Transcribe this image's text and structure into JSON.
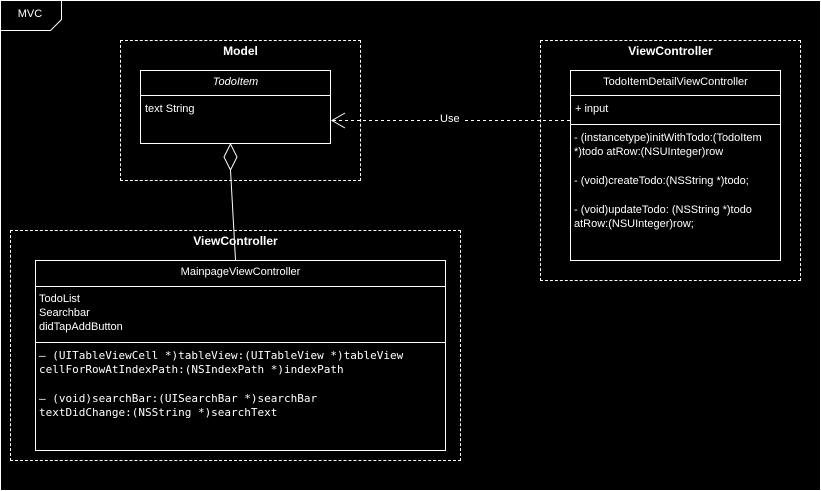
{
  "frame": {
    "label": "MVC"
  },
  "colors": {
    "background": "#000000",
    "stroke": "#ffffff",
    "text": "#ffffff"
  },
  "packages": {
    "model": {
      "title": "Model"
    },
    "detail_view": {
      "title": "ViewController"
    },
    "main_view": {
      "title": "ViewController"
    }
  },
  "classes": {
    "todo_item": {
      "name": "TodoItem",
      "attributes": [
        "text String"
      ]
    },
    "detail_controller": {
      "name": "TodoItemDetailViewController",
      "attributes": [
        "+ input"
      ],
      "methods": [
        "- (instancetype)initWithTodo:(TodoItem *)todo atRow:(NSUInteger)row",
        "- (void)createTodo:(NSString *)todo;",
        "- (void)updateTodo: (NSString *)todo atRow:(NSUInteger)row;"
      ]
    },
    "mainpage_controller": {
      "name": "MainpageViewController",
      "attributes": [
        "TodoList",
        "Searchbar",
        "didTapAddButton"
      ],
      "methods": [
        [
          "– (UITableViewCell *)tableView:(UITableView *)tableView",
          "cellForRowAtIndexPath:(NSIndexPath *)indexPath"
        ],
        [
          "– (void)searchBar:(UISearchBar *)searchBar",
          "textDidChange:(NSString *)searchText"
        ]
      ]
    }
  },
  "relations": {
    "use": {
      "label": "Use",
      "type": "dependency"
    },
    "aggregation": {
      "type": "aggregation"
    }
  }
}
